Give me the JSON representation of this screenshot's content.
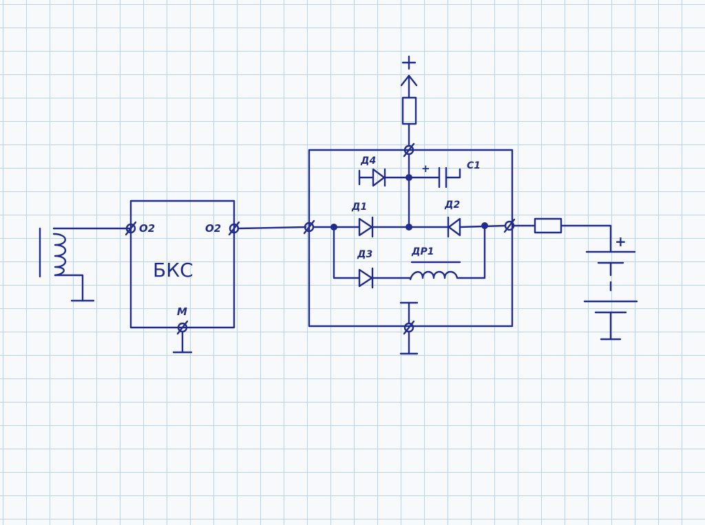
{
  "diagram": {
    "block_name": "БКС",
    "block_pins": {
      "left": "О2",
      "right": "О2",
      "bottom": "М"
    },
    "diodes": [
      "Д1",
      "Д2",
      "Д3",
      "Д4"
    ],
    "capacitor": "С1",
    "capacitor_plus": "+",
    "choke": "ДР1",
    "supply_plus": "+",
    "battery_plus": "+"
  }
}
